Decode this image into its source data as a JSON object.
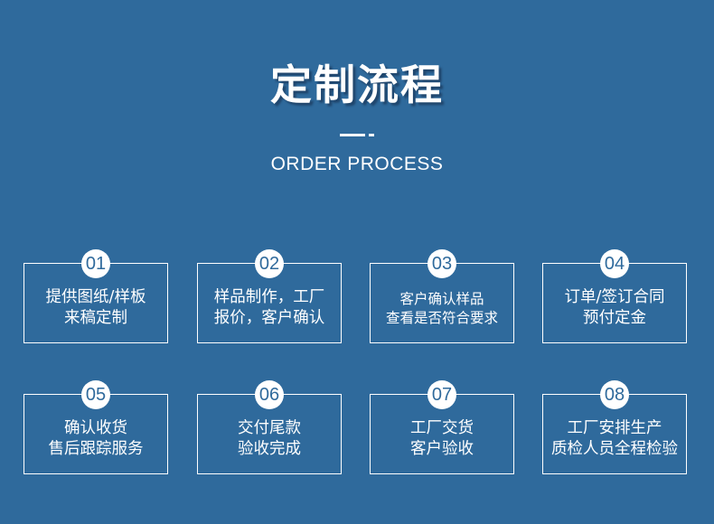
{
  "header": {
    "title": "定制流程",
    "subtitle": "ORDER PROCESS"
  },
  "steps": [
    {
      "number": "01",
      "line1": "提供图纸/样板",
      "line2": "来稿定制"
    },
    {
      "number": "02",
      "line1": "样品制作，工厂",
      "line2": "报价，客户确认"
    },
    {
      "number": "03",
      "line1": "客户确认样品",
      "line2": "查看是否符合要求"
    },
    {
      "number": "04",
      "line1": "订单/签订合同",
      "line2": "预付定金"
    },
    {
      "number": "05",
      "line1": "确认收货",
      "line2": "售后跟踪服务"
    },
    {
      "number": "06",
      "line1": "交付尾款",
      "line2": "验收完成"
    },
    {
      "number": "07",
      "line1": "工厂交货",
      "line2": "客户验收"
    },
    {
      "number": "08",
      "line1": "工厂安排生产",
      "line2": "质检人员全程检验"
    }
  ]
}
